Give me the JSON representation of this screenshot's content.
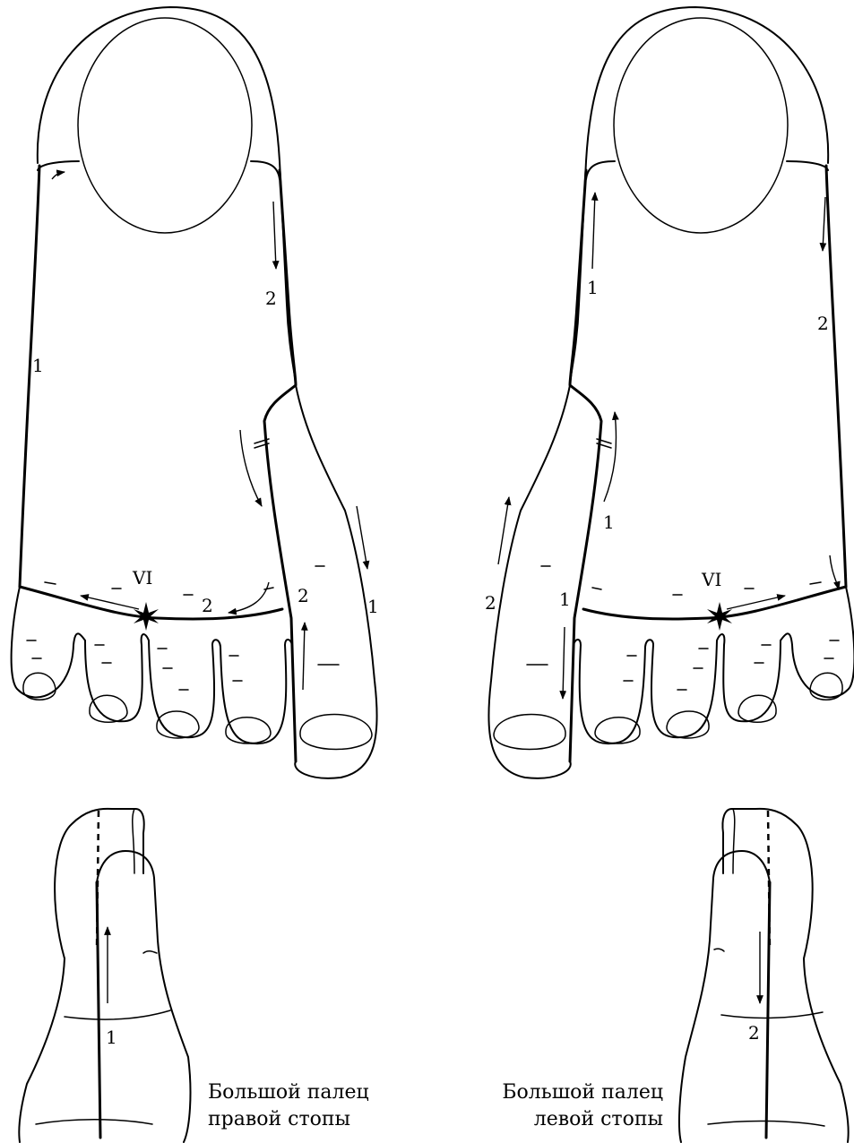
{
  "labels": {
    "top_right_1": "1",
    "top_right_2a": "2",
    "top_right_vi": "VI",
    "top_right_2b": "2",
    "top_right_2c": "2",
    "top_right_1b": "1",
    "top_left_1a": "1",
    "top_left_2a": "2",
    "top_left_1b": "1",
    "top_left_2b": "2",
    "top_left_1c": "1",
    "top_left_vi": "VI",
    "bottom_right_1": "1",
    "bottom_left_2": "2"
  },
  "captions": {
    "right_line1": "Большой палец",
    "right_line2": "правой стопы",
    "left_line1": "Большой палец",
    "left_line2": "левой стопы"
  }
}
